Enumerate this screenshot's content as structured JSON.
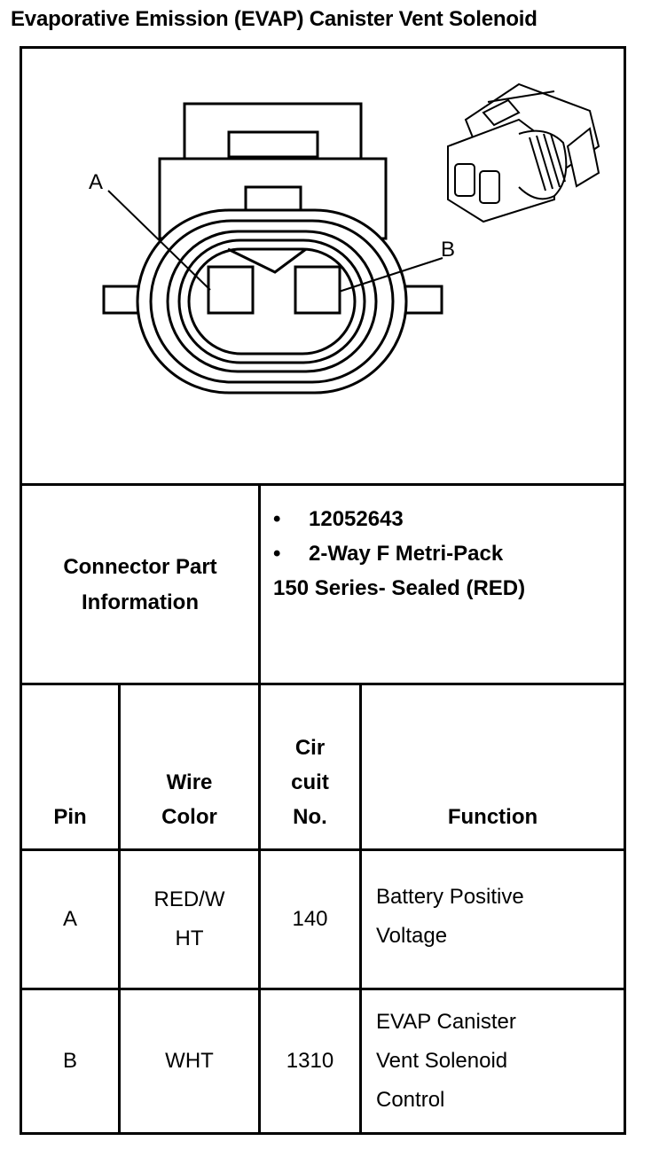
{
  "title": "Evaporative Emission (EVAP) Canister Vent Solenoid",
  "diagram": {
    "label_a": "A",
    "label_b": "B"
  },
  "connector_info": {
    "label": "Connector Part Information",
    "part_number": "12052643",
    "description": "2-Way F Metri-Pack",
    "series": "150 Series- Sealed (RED)"
  },
  "table": {
    "headers": {
      "pin": "Pin",
      "wire_color": "Wire Color",
      "circuit": "Cir cuit No.",
      "function": "Function"
    },
    "rows": [
      {
        "pin": "A",
        "wire_color": "RED/W HT",
        "circuit": "140",
        "function": "Battery Positive Voltage"
      },
      {
        "pin": "B",
        "wire_color": "WHT",
        "circuit": "1310",
        "function": "EVAP Canister Vent Solenoid Control"
      }
    ]
  }
}
